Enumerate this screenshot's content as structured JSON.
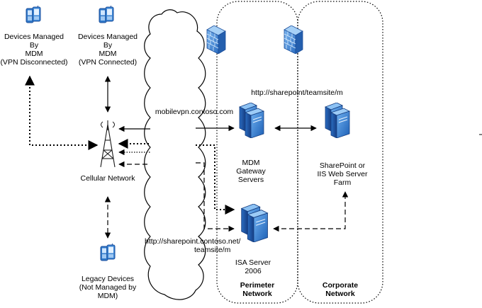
{
  "nodes": {
    "devices_vpn_disconnected": [
      "Devices Managed",
      "By",
      "MDM",
      "(VPN Disconnected)"
    ],
    "devices_vpn_connected": [
      "Devices Managed",
      "By",
      "MDM",
      "(VPN Connected)"
    ],
    "cellular_network": "Cellular Network",
    "legacy_devices": [
      "Legacy Devices",
      "(Not Managed by",
      "MDM)"
    ],
    "mdm_gateway": [
      "MDM",
      "Gateway",
      "Servers"
    ],
    "isa_server": [
      "ISA Server",
      "2006"
    ],
    "sharepoint_farm": [
      "SharePoint or",
      "IIS Web Server",
      "Farm"
    ]
  },
  "urls": {
    "vpn_host": "mobilevpn.contoso.com",
    "internal_url": "http://sharepoint/teamsite/m",
    "external_url": [
      "http://sharepoint.contoso.net/",
      "teamsite/m"
    ]
  },
  "zones": {
    "perimeter": [
      "Perimeter",
      "Network"
    ],
    "corporate": [
      "Corporate",
      "Network"
    ]
  },
  "colors": {
    "server_blue": "#2f78c8",
    "server_dark": "#1c4f9c",
    "firewall_blue": "#3a7fd0"
  },
  "icons": [
    "mobile-device-icon",
    "cell-tower-icon",
    "firewall-icon",
    "server-icon",
    "cloud-icon"
  ]
}
